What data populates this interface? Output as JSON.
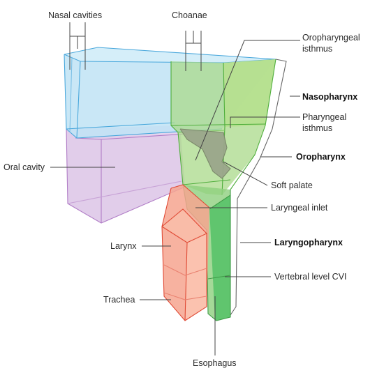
{
  "labels": {
    "nasal_cavities": "Nasal cavities",
    "choanae": "Choanae",
    "oropharyngeal_isthmus_line1": "Oropharyngeal",
    "oropharyngeal_isthmus_line2": "isthmus",
    "nasopharynx": "Nasopharynx",
    "pharyngeal_isthmus_line1": "Pharyngeal",
    "pharyngeal_isthmus_line2": "isthmus",
    "oral_cavity": "Oral cavity",
    "oropharynx": "Oropharynx",
    "soft_palate": "Soft palate",
    "laryngeal_inlet": "Laryngeal inlet",
    "larynx": "Larynx",
    "laryngopharynx": "Laryngopharynx",
    "vertebral_level": "Vertebral level CVI",
    "trachea": "Trachea",
    "esophagus": "Esophagus"
  },
  "colors": {
    "nasal_fill": "#bfe3f5",
    "nasal_edge": "#4aa8dc",
    "oral_fill": "#dcc4e6",
    "oral_edge": "#b07cc6",
    "pharynx_fill": "#a9d98a",
    "pharynx_edge": "#4fae3c",
    "larynx_fill": "#f6a58f",
    "larynx_edge": "#e04a35",
    "esophagus_fill": "#5cc46b",
    "soft_palate_fill": "#9aa58a"
  }
}
